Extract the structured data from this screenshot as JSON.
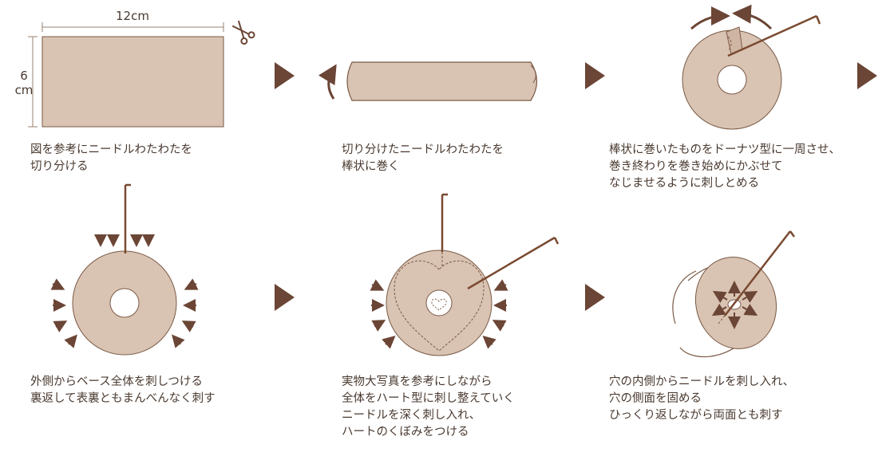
{
  "diagram": {
    "colors": {
      "felt": "#d9c3b3",
      "outline": "#7a5a45",
      "needle": "#7a4a30",
      "arrow": "#6b4535",
      "text": "#4a3a30"
    },
    "dimensions": {
      "width_label": "12cm",
      "height_number": "6",
      "height_unit": "cm"
    },
    "steps": [
      {
        "lines": [
          "図を参考にニードルわたわたを",
          "切り分ける"
        ]
      },
      {
        "lines": [
          "切り分けたニードルわたわたを",
          "棒状に巻く"
        ]
      },
      {
        "lines": [
          "棒状に巻いたものをドーナツ型に一周させ、",
          "巻き終わりを巻き始めにかぶせて",
          "なじませるように刺しとめる"
        ]
      },
      {
        "lines": [
          "外側からベース全体を刺しつける",
          "裏返して表裏ともまんべんなく刺す"
        ]
      },
      {
        "lines": [
          "実物大写真を参考にしながら",
          "全体をハート型に刺し整えていく",
          "ニードルを深く刺し入れ、",
          "ハートのくぼみをつける"
        ]
      },
      {
        "lines": [
          "穴の内側からニードルを刺し入れ、",
          "穴の側面を固める",
          "ひっくり返しながら両面とも刺す"
        ]
      }
    ]
  }
}
